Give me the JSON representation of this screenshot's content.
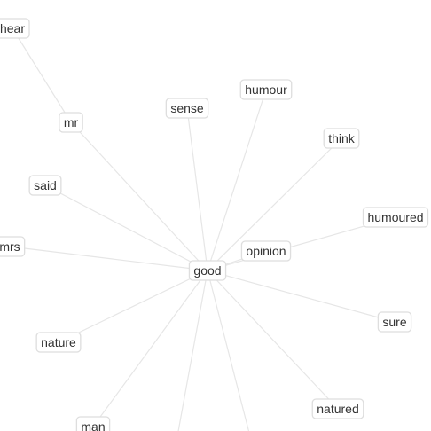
{
  "graph": {
    "center": "good",
    "nodes": [
      {
        "id": "good",
        "label": "good"
      },
      {
        "id": "hear",
        "label": "hear"
      },
      {
        "id": "humour",
        "label": "humour"
      },
      {
        "id": "sense",
        "label": "sense"
      },
      {
        "id": "mr",
        "label": "mr"
      },
      {
        "id": "think",
        "label": "think"
      },
      {
        "id": "said",
        "label": "said"
      },
      {
        "id": "humoured",
        "label": "humoured"
      },
      {
        "id": "mrs",
        "label": "mrs"
      },
      {
        "id": "opinion",
        "label": "opinion"
      },
      {
        "id": "sure",
        "label": "sure"
      },
      {
        "id": "nature",
        "label": "nature"
      },
      {
        "id": "natured",
        "label": "natured"
      },
      {
        "id": "man",
        "label": "man"
      }
    ],
    "edges": [
      {
        "from": "good",
        "to": "humour"
      },
      {
        "from": "good",
        "to": "sense"
      },
      {
        "from": "good",
        "to": "mr"
      },
      {
        "from": "good",
        "to": "think"
      },
      {
        "from": "good",
        "to": "said"
      },
      {
        "from": "good",
        "to": "humoured"
      },
      {
        "from": "good",
        "to": "mrs"
      },
      {
        "from": "good",
        "to": "opinion"
      },
      {
        "from": "good",
        "to": "sure"
      },
      {
        "from": "good",
        "to": "nature"
      },
      {
        "from": "good",
        "to": "natured"
      },
      {
        "from": "good",
        "to": "man"
      },
      {
        "from": "mr",
        "to": "hear"
      }
    ]
  }
}
